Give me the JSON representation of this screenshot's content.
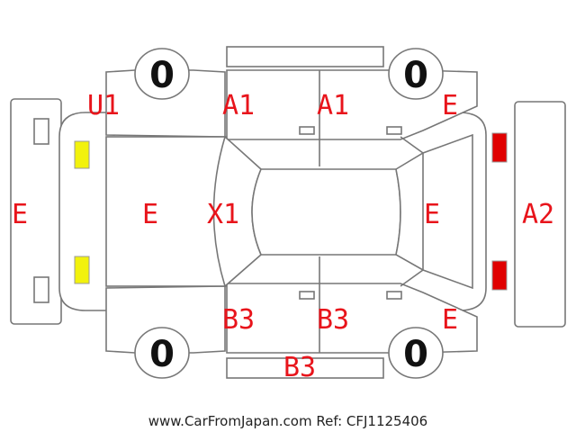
{
  "diagram": {
    "labels": {
      "front_bumper": "E",
      "front_bonnet": "E",
      "windscreen": "X1",
      "roof": "",
      "rear_window_area": "E",
      "rear_bumper": "A2",
      "front_left_fender": "U1",
      "front_left_door": "A1",
      "rear_left_door": "A1",
      "rear_left_quarter": "E",
      "front_right_fender": "",
      "front_right_door": "B3",
      "rear_right_door": "B3",
      "rear_right_quarter": "E",
      "right_sill": "B3"
    },
    "tyres": {
      "front_left": "0",
      "rear_left": "0",
      "front_right": "0",
      "rear_right": "0"
    }
  },
  "footer": "www.CarFromJapan.com Ref: CFJ1125406",
  "colors": {
    "label": "#e8141b",
    "outline": "#777777",
    "front_lamp": "#f2f20d",
    "rear_lamp": "#e00000"
  }
}
